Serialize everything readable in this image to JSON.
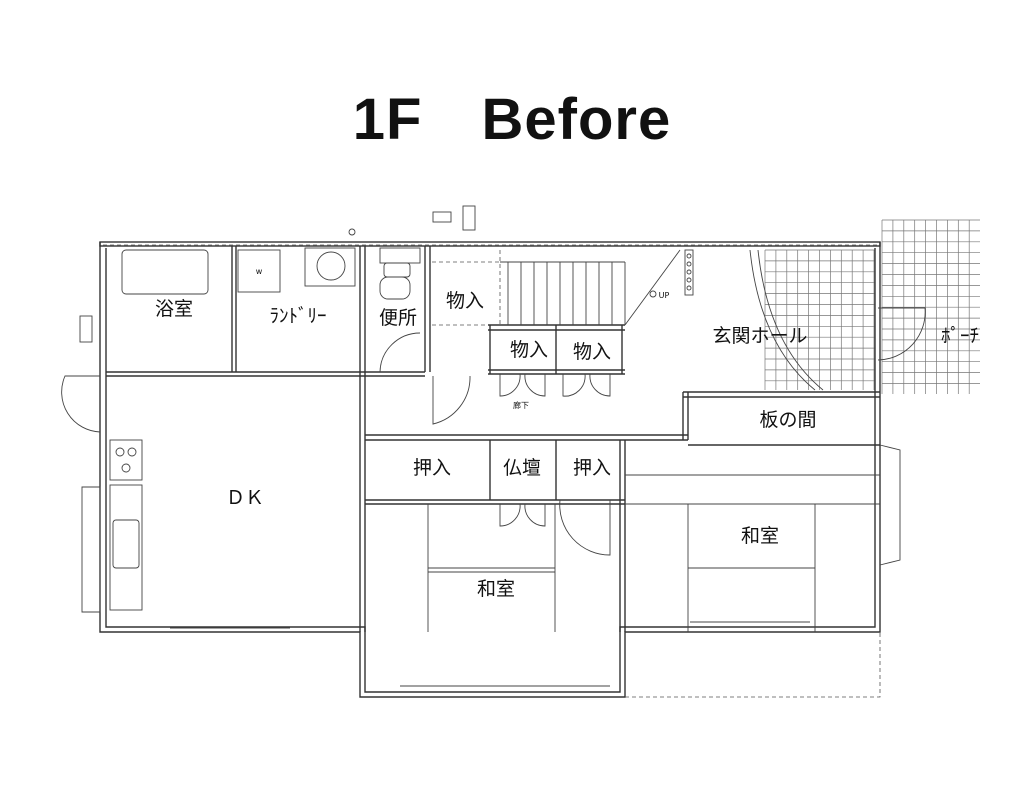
{
  "title": "1F　Before",
  "rooms": {
    "bath": "浴室",
    "laundry": "ﾗﾝﾄﾞﾘｰ",
    "toilet": "便所",
    "storage_stairs": "物入",
    "storage_a": "物入",
    "storage_b": "物入",
    "corridor": "廊下",
    "entrance_hall": "玄関ホール",
    "porch": "ﾎﾟｰﾁ",
    "wood_room": "板の間",
    "dk": "ＤＫ",
    "closet_a": "押入",
    "altar": "仏壇",
    "closet_b": "押入",
    "washitsu_a": "和室",
    "washitsu_b": "和室"
  },
  "annotations": {
    "washer": "w",
    "stairs_up": "UP"
  }
}
